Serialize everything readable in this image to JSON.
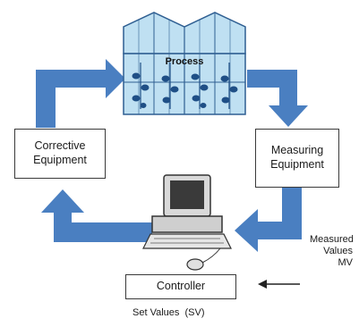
{
  "labels": {
    "process": "Process",
    "corrective": "Corrective Equipment",
    "measuring": "Measuring Equipment",
    "controller": "Controller",
    "measured_line1": "Measured",
    "measured_line2": "Values",
    "measured_line3": "MV",
    "set_values": "Set Values  (SV)"
  },
  "colors": {
    "flow_arrow": "#4a7fc1",
    "greenhouse": "#bfe0f2",
    "greenhouse_frame": "#2f5f92",
    "plant": "#1f4f86"
  },
  "icons": [
    "greenhouse-icon",
    "plant-icon",
    "computer-icon",
    "mouse-icon"
  ]
}
